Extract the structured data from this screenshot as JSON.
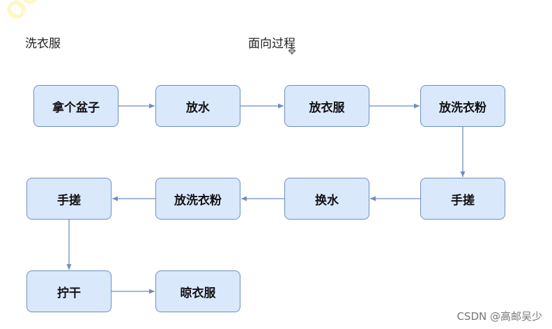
{
  "headers": {
    "left": "洗衣服",
    "center": "面向过程"
  },
  "nodes": [
    {
      "id": "n1",
      "label": "拿个盆子"
    },
    {
      "id": "n2",
      "label": "放水"
    },
    {
      "id": "n3",
      "label": "放衣服"
    },
    {
      "id": "n4",
      "label": "放洗衣粉"
    },
    {
      "id": "n5",
      "label": "手搓"
    },
    {
      "id": "n6",
      "label": "换水"
    },
    {
      "id": "n7",
      "label": "放洗衣粉"
    },
    {
      "id": "n8",
      "label": "手搓"
    },
    {
      "id": "n9",
      "label": "拧干"
    },
    {
      "id": "n10",
      "label": "晾衣服"
    }
  ],
  "edges": [
    [
      "n1",
      "n2"
    ],
    [
      "n2",
      "n3"
    ],
    [
      "n3",
      "n4"
    ],
    [
      "n4",
      "n5"
    ],
    [
      "n5",
      "n6"
    ],
    [
      "n6",
      "n7"
    ],
    [
      "n7",
      "n8"
    ],
    [
      "n8",
      "n9"
    ],
    [
      "n9",
      "n10"
    ]
  ],
  "colors": {
    "node_fill": "#dae8fc",
    "node_stroke": "#6c8ebf",
    "edge": "#6c8ebf"
  },
  "watermark": "CSDN @高邮吴少"
}
